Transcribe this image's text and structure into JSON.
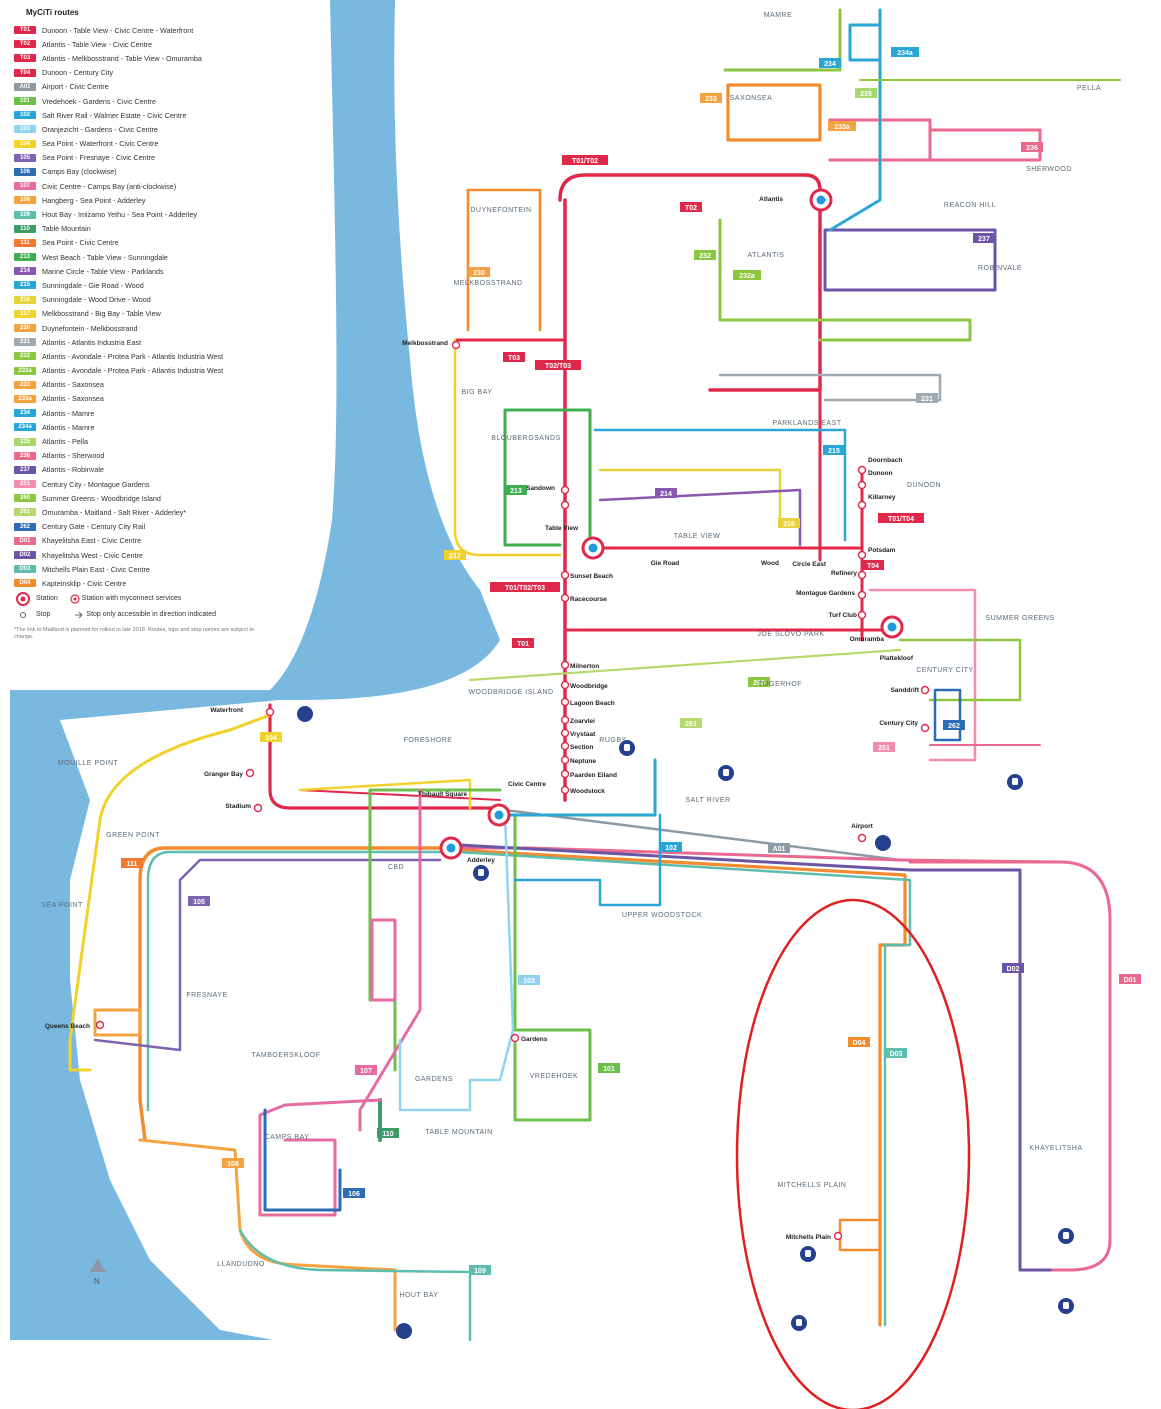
{
  "legend": {
    "title": "MyCiTi routes",
    "routes": [
      {
        "code": "T01",
        "name": "Dunoon - Table View - Civic Centre - Waterfront",
        "color": "#e0284a"
      },
      {
        "code": "T02",
        "name": "Atlantis - Table View - Civic Centre",
        "color": "#e0284a"
      },
      {
        "code": "T03",
        "name": "Atlantis - Melkbosstrand - Table View - Omuramba",
        "color": "#e0284a"
      },
      {
        "code": "T04",
        "name": "Dunoon - Century City",
        "color": "#e0284a"
      },
      {
        "code": "A01",
        "name": "Airport - Civic Centre",
        "color": "#8a9aa6"
      },
      {
        "code": "101",
        "name": "Vredehoek - Gardens - Civic Centre",
        "color": "#6cbf4a"
      },
      {
        "code": "102",
        "name": "Salt River Rail - Walmer Estate - Civic Centre",
        "color": "#2aa6d6"
      },
      {
        "code": "103",
        "name": "Oranjezicht - Gardens - Civic Centre",
        "color": "#8fd3ee"
      },
      {
        "code": "104",
        "name": "Sea Point - Waterfront - Civic Centre",
        "color": "#f2d22a"
      },
      {
        "code": "105",
        "name": "Sea Point - Fresnaye - Civic Centre",
        "color": "#7d63b0"
      },
      {
        "code": "106",
        "name": "Camps Bay (clockwise)",
        "color": "#2b6cb5"
      },
      {
        "code": "107",
        "name": "Civic Centre - Camps Bay (anti-clockwise)",
        "color": "#e66ba0"
      },
      {
        "code": "108",
        "name": "Hangberg - Sea Point - Adderley",
        "color": "#f5a340"
      },
      {
        "code": "109",
        "name": "Hout Bay - Imizamo Yethu - Sea Point - Adderley",
        "color": "#5dbdae"
      },
      {
        "code": "110",
        "name": "Table Mountain",
        "color": "#3f9b6a"
      },
      {
        "code": "111",
        "name": "Sea Point - Civic Centre",
        "color": "#f27a2e"
      },
      {
        "code": "213",
        "name": "West Beach - Table View - Sunningdale",
        "color": "#3fae4f"
      },
      {
        "code": "214",
        "name": "Marine Circle - Table View - Parklands",
        "color": "#8a57b0"
      },
      {
        "code": "215",
        "name": "Sunningdale - Gie Road - Wood",
        "color": "#2aa6d6"
      },
      {
        "code": "216",
        "name": "Sunningdale - Wood Drive - Wood",
        "color": "#e8d23a"
      },
      {
        "code": "217",
        "name": "Melkbosstrand - Big Bay - Table View",
        "color": "#f2d22a"
      },
      {
        "code": "230",
        "name": "Duynefontein - Melkbosstrand",
        "color": "#f5a340"
      },
      {
        "code": "231",
        "name": "Atlantis - Atlantis Industria East",
        "color": "#a0aab3"
      },
      {
        "code": "232",
        "name": "Atlantis - Avondale - Protea Park - Atlantis Industria West",
        "color": "#8dc63f"
      },
      {
        "code": "232a",
        "name": "Atlantis - Avondale - Protea Park - Atlantis Industria West",
        "color": "#8dc63f"
      },
      {
        "code": "233",
        "name": "Atlantis - Saxonsea",
        "color": "#f5a340"
      },
      {
        "code": "233a",
        "name": "Atlantis - Saxonsea",
        "color": "#f5a340"
      },
      {
        "code": "234",
        "name": "Atlantis - Mamre",
        "color": "#2aa6d6"
      },
      {
        "code": "234a",
        "name": "Atlantis - Mamre",
        "color": "#2aa6d6"
      },
      {
        "code": "235",
        "name": "Atlantis - Pella",
        "color": "#a7d66b"
      },
      {
        "code": "236",
        "name": "Atlantis - Sherwood",
        "color": "#ea6a8c"
      },
      {
        "code": "237",
        "name": "Atlantis - Robinvale",
        "color": "#6a55a6"
      },
      {
        "code": "251",
        "name": "Century City - Montague Gardens",
        "color": "#f28db0"
      },
      {
        "code": "260",
        "name": "Summer Greens - Woodbridge Island",
        "color": "#8dc63f"
      },
      {
        "code": "261",
        "name": "Omuramba - Maitland - Salt River - Adderley*",
        "color": "#b5d96b"
      },
      {
        "code": "262",
        "name": "Century Gate - Century City Rail",
        "color": "#2b6cb5"
      },
      {
        "code": "D01",
        "name": "Khayelitsha East - Civic Centre",
        "color": "#e96a8e"
      },
      {
        "code": "D02",
        "name": "Khayelitsha West - Civic Centre",
        "color": "#6a55a6"
      },
      {
        "code": "D03",
        "name": "Mitchells Plain East - Civic Centre",
        "color": "#5dbdae"
      },
      {
        "code": "D04",
        "name": "Kapteinsklip - Civic Centre",
        "color": "#f28a2e"
      }
    ],
    "station_label": "Station",
    "mystation_label": "Station with myconnect services",
    "stop_label": "Stop",
    "stop_direction_label": "Stop only accessible in direction indicated",
    "note": "*The link to Maitland is planned for rollout in late 2018. Routes, trips and stop names are subject to change."
  },
  "areas": [
    "MAMRE",
    "PELLA",
    "SAXONSEA",
    "SHERWOOD",
    "DUYNEFONTEIN",
    "ATLANTIS",
    "REACON HILL",
    "ROBINVALE",
    "MELKBOSSTRAND",
    "BIG BAY",
    "BLOUBERGSANDS",
    "PARKLANDS EAST",
    "TABLE VIEW",
    "DUNOON",
    "SUMMER GREENS",
    "JOE SLOVO PARK",
    "CENTURY CITY",
    "TIJGERHOF",
    "WOODBRIDGE ISLAND",
    "FORESHORE",
    "MOUILLE POINT",
    "GREEN POINT",
    "SEA POINT",
    "FRESNAYE",
    "CBD",
    "UPPER WOODSTOCK",
    "SALT RIVER",
    "TAMBOERSKLOOF",
    "GARDENS",
    "VREDEHOEK",
    "TABLE MOUNTAIN",
    "CAMPS BAY",
    "LLANDUDNO",
    "HOUT BAY",
    "MITCHELLS PLAIN",
    "KHAYELITSHA",
    "RUGBY"
  ],
  "stations": [
    "Atlantis",
    "Melkbosstrand",
    "Sandown",
    "Table View",
    "Sunset Beach",
    "Racecourse",
    "Potsdam",
    "Dunoon",
    "Omuramba",
    "Century City",
    "Civic Centre",
    "Adderley",
    "Waterfront",
    "Granger Bay",
    "Stadium",
    "Thibault Square",
    "Queens Beach",
    "Gardens",
    "Airport",
    "Mitchells Plain",
    "Montague Gardens",
    "Killarney",
    "Sandown",
    "Doornbach",
    "Milnerton",
    "Woodbridge",
    "Lagoon Beach",
    "Zoarvlei",
    "Vrystaat",
    "Section",
    "Neptune",
    "Paarden Eiland",
    "Woodstock",
    "Circle East",
    "Refinery",
    "Turf Club",
    "Plattekloof",
    "Sanddrift",
    "Gie Road",
    "Wood"
  ],
  "route_tags": [
    "T01/T02",
    "T01/T02/T03",
    "T02/T03",
    "T01/T04",
    "T01",
    "T02",
    "T03",
    "T04",
    "D01",
    "D02",
    "D03",
    "D04",
    "104",
    "105",
    "106",
    "107",
    "108",
    "109",
    "110",
    "111",
    "213",
    "214",
    "215",
    "216",
    "217",
    "230",
    "231",
    "232",
    "232a",
    "233",
    "233a",
    "234",
    "234a",
    "235",
    "236",
    "237",
    "251",
    "260",
    "261",
    "262",
    "A01",
    "101",
    "102",
    "103"
  ],
  "compass": "N",
  "highlight": {
    "label": "MITCHELLS PLAIN",
    "color": "#e02020"
  }
}
